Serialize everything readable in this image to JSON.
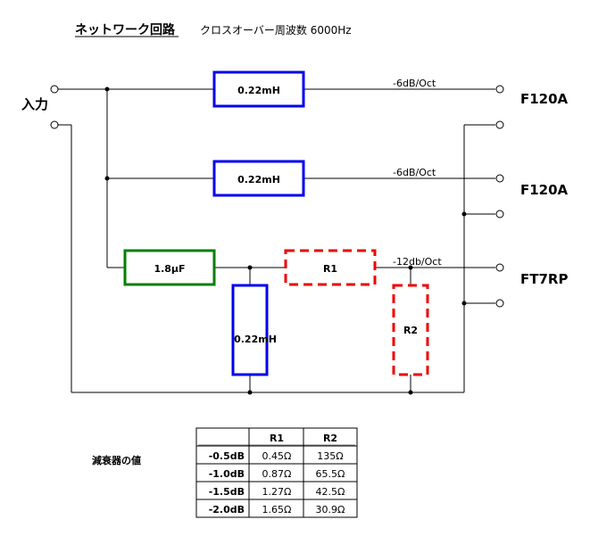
{
  "header": {
    "title": "ネットワーク回路",
    "subtitle": "クロスオーバー周波数 6000Hz"
  },
  "input_label": "入力",
  "outputs": [
    {
      "name": "F120A",
      "slope": "-6dB/Oct"
    },
    {
      "name": "F120A",
      "slope": "-6dB/Oct"
    },
    {
      "name": "FT7RP",
      "slope": "-12db/Oct"
    }
  ],
  "components": {
    "inductor_1": "0.22mH",
    "inductor_2": "0.22mH",
    "capacitor": "1.8μF",
    "inductor_3": "0.22mH",
    "resistor_1": "R1",
    "resistor_2": "R2"
  },
  "colors": {
    "inductor": "#0000ee",
    "capacitor": "#008000",
    "attenuator": "#ee0000"
  },
  "attenuator_table": {
    "caption": "減衰器の値",
    "headers": [
      "",
      "R1",
      "R2"
    ],
    "rows": [
      [
        "-0.5dB",
        "0.45Ω",
        "135Ω"
      ],
      [
        "-1.0dB",
        "0.87Ω",
        "65.5Ω"
      ],
      [
        "-1.5dB",
        "1.27Ω",
        "42.5Ω"
      ],
      [
        "-2.0dB",
        "1.65Ω",
        "30.9Ω"
      ]
    ]
  }
}
